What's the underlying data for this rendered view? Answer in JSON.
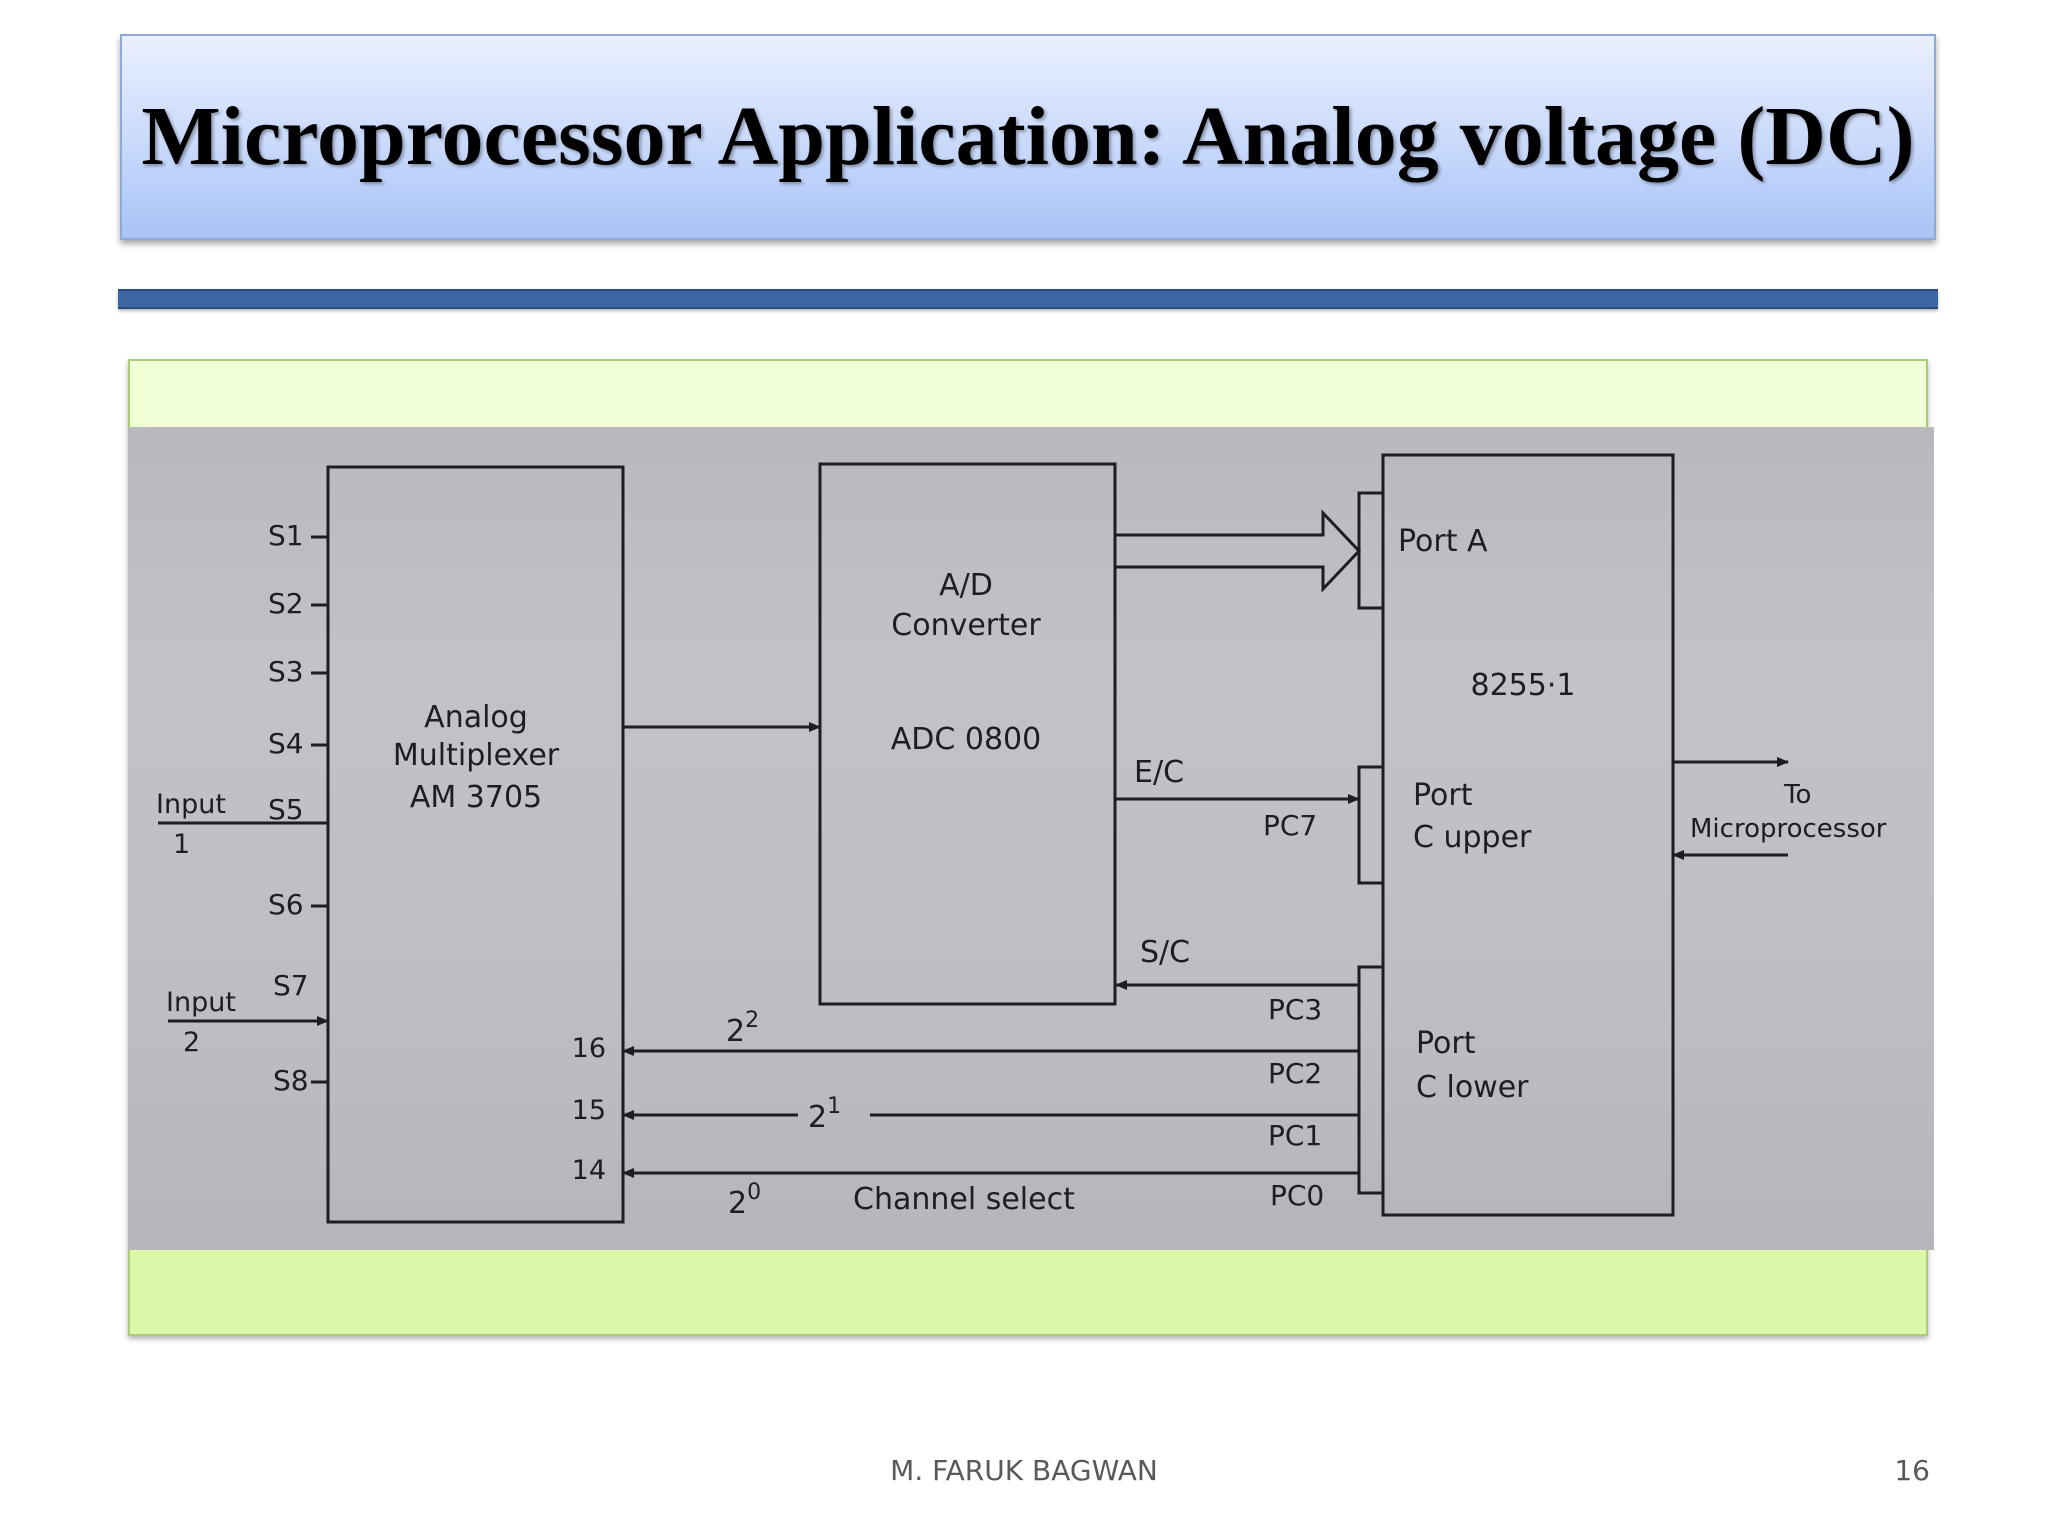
{
  "slide": {
    "title": "Microprocessor Application: Analog voltage (DC)",
    "author": "M. FARUK BAGWAN",
    "page_number": "16"
  },
  "diagram": {
    "mux": {
      "line1": "Analog",
      "line2": "Multiplexer",
      "line3": "AM 3705"
    },
    "adc": {
      "line1": "A/D",
      "line2": "Converter",
      "line3": "ADC 0800"
    },
    "ppi": {
      "chip": "8255·1",
      "port_a": "Port A",
      "port_c_upper_1": "Port",
      "port_c_upper_2": "C upper",
      "port_c_lower_1": "Port",
      "port_c_lower_2": "C lower"
    },
    "mux_inputs": [
      "S1",
      "S2",
      "S3",
      "S4",
      "S5",
      "S6",
      "S7",
      "S8"
    ],
    "input1": {
      "line1": "Input",
      "line2": "1"
    },
    "input2": {
      "line1": "Input",
      "line2": "2"
    },
    "select_pins": [
      "16",
      "15",
      "14"
    ],
    "select_weights": [
      "2",
      "2",
      "2"
    ],
    "select_exponents": [
      "2",
      "1",
      "0"
    ],
    "channel_select": "Channel select",
    "ec": "E/C",
    "sc": "S/C",
    "pc_pins": [
      "PC7",
      "PC3",
      "PC2",
      "PC1",
      "PC0"
    ],
    "to_micro_1": "To",
    "to_micro_2": "Microprocessor"
  }
}
